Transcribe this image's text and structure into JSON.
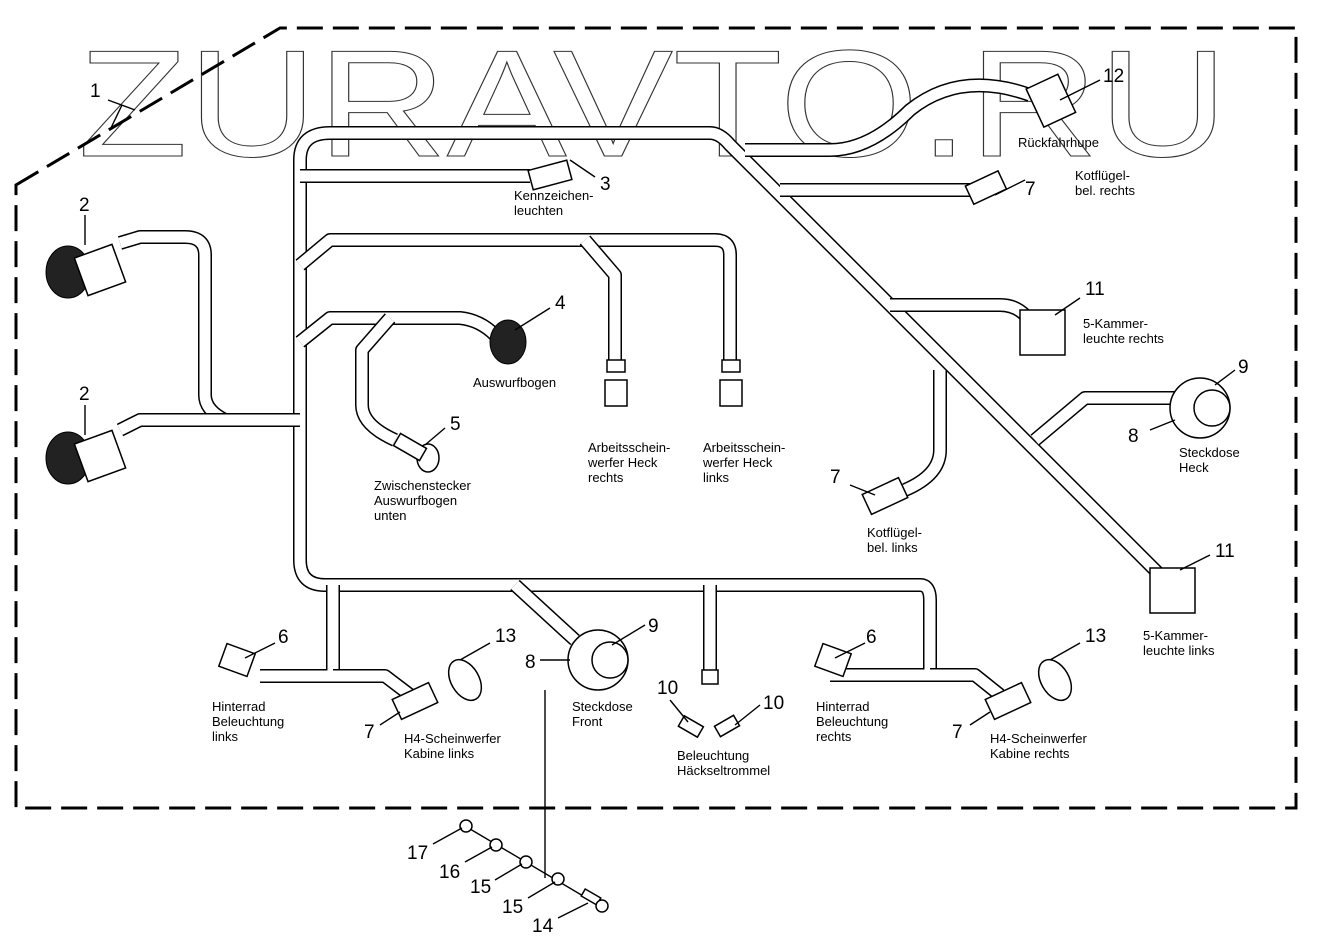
{
  "watermark": "ZURAVTO.RU",
  "callouts": [
    {
      "id": "callout-1",
      "number": "1"
    },
    {
      "id": "callout-2a",
      "number": "2"
    },
    {
      "id": "callout-2b",
      "number": "2"
    },
    {
      "id": "callout-3",
      "number": "3"
    },
    {
      "id": "callout-4",
      "number": "4"
    },
    {
      "id": "callout-5",
      "number": "5"
    },
    {
      "id": "callout-6a",
      "number": "6"
    },
    {
      "id": "callout-6b",
      "number": "6"
    },
    {
      "id": "callout-7a",
      "number": "7"
    },
    {
      "id": "callout-7b",
      "number": "7"
    },
    {
      "id": "callout-7c",
      "number": "7"
    },
    {
      "id": "callout-7d",
      "number": "7"
    },
    {
      "id": "callout-8a",
      "number": "8"
    },
    {
      "id": "callout-8b",
      "number": "8"
    },
    {
      "id": "callout-9a",
      "number": "9"
    },
    {
      "id": "callout-9b",
      "number": "9"
    },
    {
      "id": "callout-10a",
      "number": "10"
    },
    {
      "id": "callout-10b",
      "number": "10"
    },
    {
      "id": "callout-11a",
      "number": "11"
    },
    {
      "id": "callout-11b",
      "number": "11"
    },
    {
      "id": "callout-12",
      "number": "12"
    },
    {
      "id": "callout-13a",
      "number": "13"
    },
    {
      "id": "callout-13b",
      "number": "13"
    },
    {
      "id": "callout-14",
      "number": "14"
    },
    {
      "id": "callout-15a",
      "number": "15"
    },
    {
      "id": "callout-15b",
      "number": "15"
    },
    {
      "id": "callout-16",
      "number": "16"
    },
    {
      "id": "callout-17",
      "number": "17"
    }
  ],
  "labels": {
    "rueckfahrhupe": [
      "Rückfahrhupe"
    ],
    "kennzeichen": [
      "Kennzeichen-",
      "leuchten"
    ],
    "kotfluegel_rechts": [
      "Kotflügel-",
      "bel. rechts"
    ],
    "kammer_rechts": [
      "5-Kammer-",
      "leuchte rechts"
    ],
    "auswurfbogen": [
      "Auswurfbogen"
    ],
    "arbeits_rechts": [
      "Arbeitsschein-",
      "werfer Heck",
      "rechts"
    ],
    "arbeits_links": [
      "Arbeitsschein-",
      "werfer Heck",
      "links"
    ],
    "zwischenstecker": [
      "Zwischenstecker",
      "Auswurfbogen",
      "unten"
    ],
    "steckdose_heck": [
      "Steckdose",
      "Heck"
    ],
    "kotfluegel_links": [
      "Kotflügel-",
      "bel. links"
    ],
    "kammer_links": [
      "5-Kammer-",
      "leuchte links"
    ],
    "hinterrad_links": [
      "Hinterrad",
      "Beleuchtung",
      "links"
    ],
    "h4_links": [
      "H4-Scheinwerfer",
      "Kabine links"
    ],
    "steckdose_front": [
      "Steckdose",
      "Front"
    ],
    "haeckseltrommel": [
      "Beleuchtung",
      "Häckseltrommel"
    ],
    "hinterrad_rechts": [
      "Hinterrad",
      "Beleuchtung",
      "rechts"
    ],
    "h4_rechts": [
      "H4-Scheinwerfer",
      "Kabine rechts"
    ]
  }
}
